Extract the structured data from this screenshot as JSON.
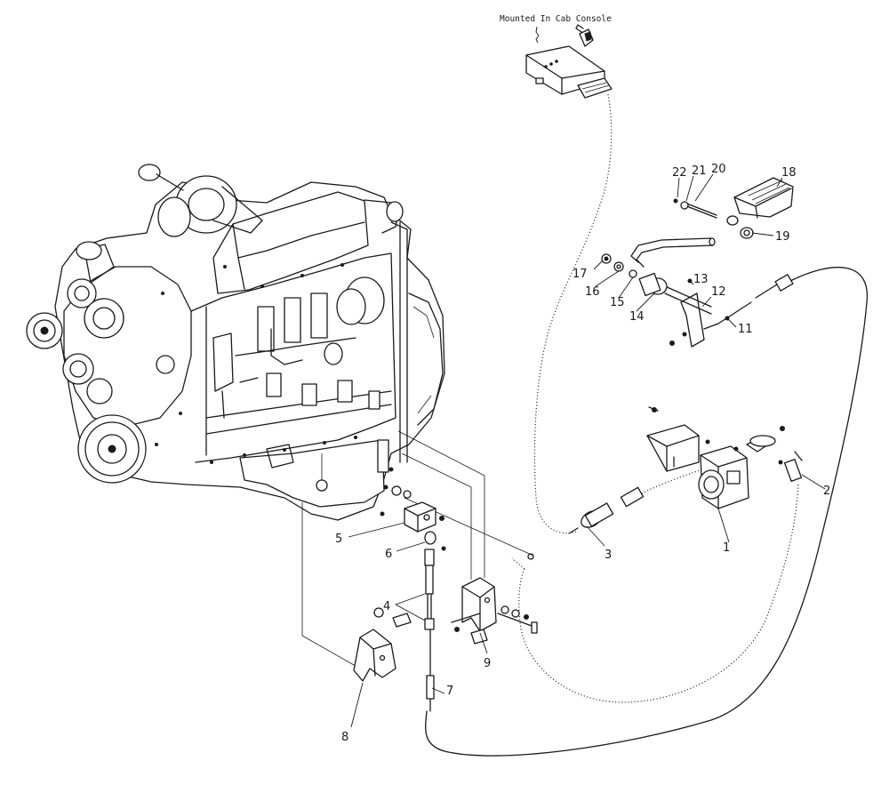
{
  "note": {
    "text": "Mounted In Cab Console"
  },
  "callouts": [
    {
      "id": "1",
      "label": "1"
    },
    {
      "id": "2",
      "label": "2"
    },
    {
      "id": "3",
      "label": "3"
    },
    {
      "id": "4",
      "label": "4"
    },
    {
      "id": "5",
      "label": "5"
    },
    {
      "id": "6",
      "label": "6"
    },
    {
      "id": "7",
      "label": "7"
    },
    {
      "id": "8",
      "label": "8"
    },
    {
      "id": "9",
      "label": "9"
    },
    {
      "id": "11",
      "label": "11"
    },
    {
      "id": "12",
      "label": "12"
    },
    {
      "id": "13",
      "label": "13"
    },
    {
      "id": "14",
      "label": "14"
    },
    {
      "id": "15",
      "label": "15"
    },
    {
      "id": "16",
      "label": "16"
    },
    {
      "id": "17",
      "label": "17"
    },
    {
      "id": "18",
      "label": "18"
    },
    {
      "id": "19",
      "label": "19"
    },
    {
      "id": "20",
      "label": "20"
    },
    {
      "id": "21",
      "label": "21"
    },
    {
      "id": "22",
      "label": "22"
    }
  ]
}
